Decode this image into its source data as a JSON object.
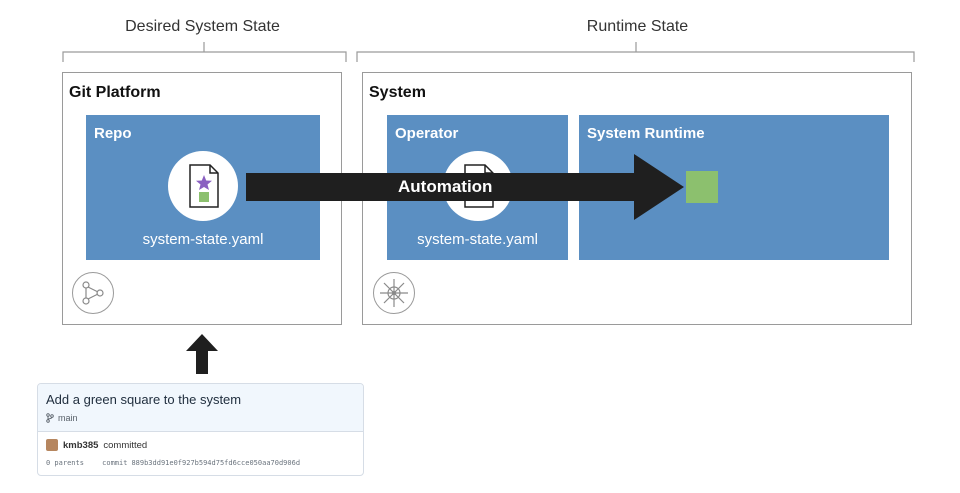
{
  "sections": {
    "desired": "Desired System State",
    "runtime": "Runtime State"
  },
  "git_platform": {
    "title": "Git Platform",
    "repo": {
      "title": "Repo",
      "file": "system-state.yaml"
    },
    "corner_icon": "git-branch-icon"
  },
  "system": {
    "title": "System",
    "operator": {
      "title": "Operator",
      "file": "system-state.yaml"
    },
    "runtime": {
      "title": "System Runtime"
    },
    "corner_icon": "kubernetes-helm-icon"
  },
  "arrow": {
    "label": "Automation"
  },
  "commit": {
    "title": "Add a green square to the system",
    "branch": "main",
    "author": "kmb385",
    "action": "committed",
    "parents": "0 parents",
    "commit_label": "commit",
    "hash": "889b3dd91e0f927b594d75fd6cce050aa70d906d"
  },
  "colors": {
    "box_blue": "#5b8fc2",
    "green_square": "#8cc06e",
    "star_purple": "#8a5fc1",
    "arrow_dark": "#1f1f1f"
  }
}
